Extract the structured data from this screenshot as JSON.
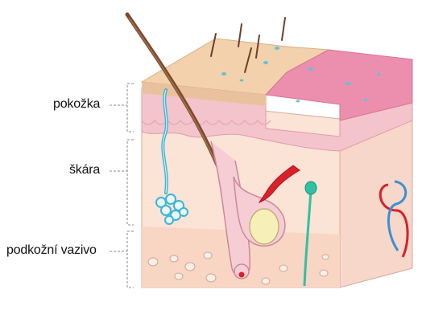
{
  "labels": {
    "epidermis": "pokožka",
    "dermis": "škára",
    "subcutis": "podkožní vazivo"
  },
  "colors": {
    "epidermis_top": "#f3d1ad",
    "epidermis_pink": "#ec8fae",
    "dermis_band": "#f4c4cc",
    "block_fill": "#fbe3d6",
    "hair": "#7a4a2e",
    "gland_blue": "#3bb5d6",
    "vessel_red": "#d9202b",
    "nerve_teal": "#2fc1a3",
    "bracket": "#888888"
  }
}
